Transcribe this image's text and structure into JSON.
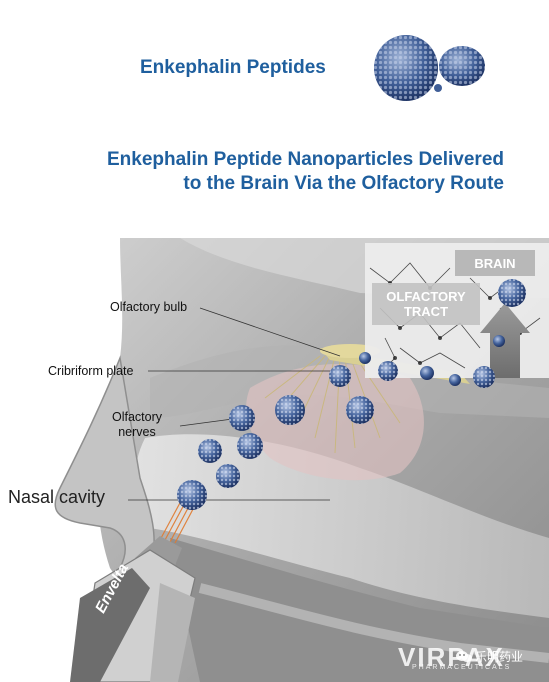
{
  "title": "Enkephalin Peptides",
  "subtitle_line1": "Enkephalin Peptide Nanoparticles Delivered",
  "subtitle_line2": "to the Brain Via the Olfactory Route",
  "labels": {
    "olfactory_bulb": "Olfactory bulb",
    "cribriform_plate": "Cribriform plate",
    "olfactory_nerves_line1": "Olfactory",
    "olfactory_nerves_line2": "nerves",
    "nasal_cavity": "Nasal cavity",
    "brain": "BRAIN",
    "olfactory_tract_line1": "OLFACTORY",
    "olfactory_tract_line2": "TRACT"
  },
  "device_brand": "Envelta",
  "watermark": {
    "company": "VIRPAX",
    "company_sub": "PHARMACEUTICALS",
    "wechat": "乐明药业"
  },
  "colors": {
    "title_blue": "#1f5f9e",
    "particle_blue": "#3f5e97",
    "particle_light": "#9fb3d6",
    "anatomy_gray": "#9a9a9a",
    "nerve_pink": "#e2c3c3",
    "tract_yellow": "#d9cf93"
  },
  "icons": [
    "peptide-cluster-icon",
    "wechat-icon"
  ]
}
